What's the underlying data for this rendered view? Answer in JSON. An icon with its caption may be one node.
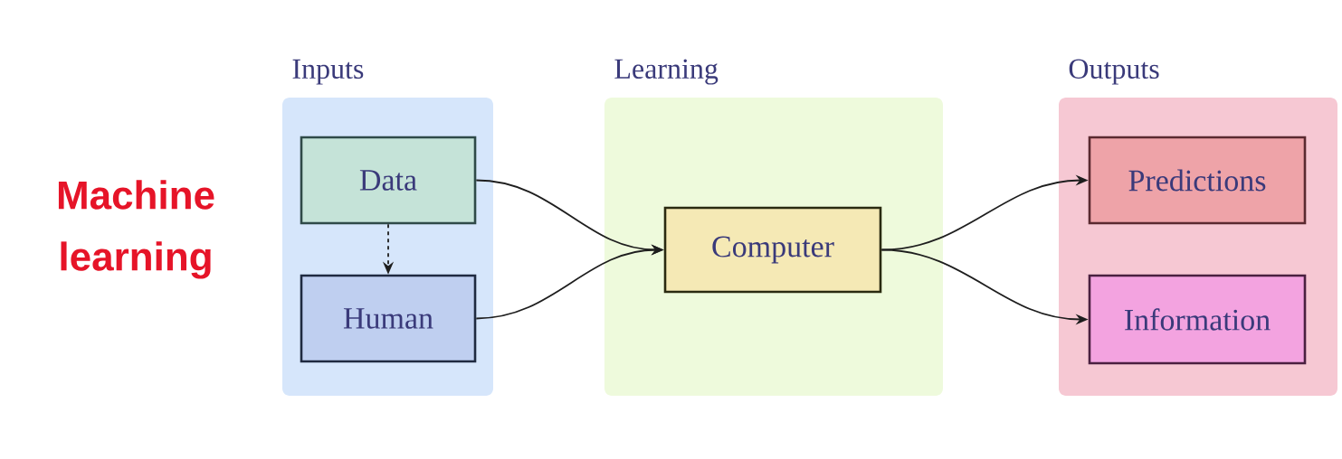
{
  "diagram": {
    "nodes": [
      {
        "text": [
          "Inputs"
        ]
      },
      {
        "text": [
          "Data"
        ],
        "in": 0
      },
      {
        "text": [
          "Human"
        ],
        "in": 0
      },
      {
        "text": [
          "Learning"
        ]
      },
      {
        "text": [
          "Computer"
        ],
        "in": 3
      },
      {
        "text": [
          "Outputs"
        ]
      },
      {
        "text": [
          "Predictions"
        ],
        "in": 5
      },
      {
        "text": [
          "Information"
        ],
        "in": 5
      }
    ],
    "edges": [
      {
        "from": 1,
        "to": 2,
        "arrow": "to",
        "style": "dashed"
      },
      {
        "from": 1,
        "to": 4,
        "arrow": "to"
      },
      {
        "from": 2,
        "to": 4,
        "arrow": "to"
      },
      {
        "from": 4,
        "to": 6,
        "arrow": "to"
      },
      {
        "from": 4,
        "to": 7,
        "arrow": "to"
      }
    ],
    "labels": [
      "Machine learning"
    ]
  }
}
